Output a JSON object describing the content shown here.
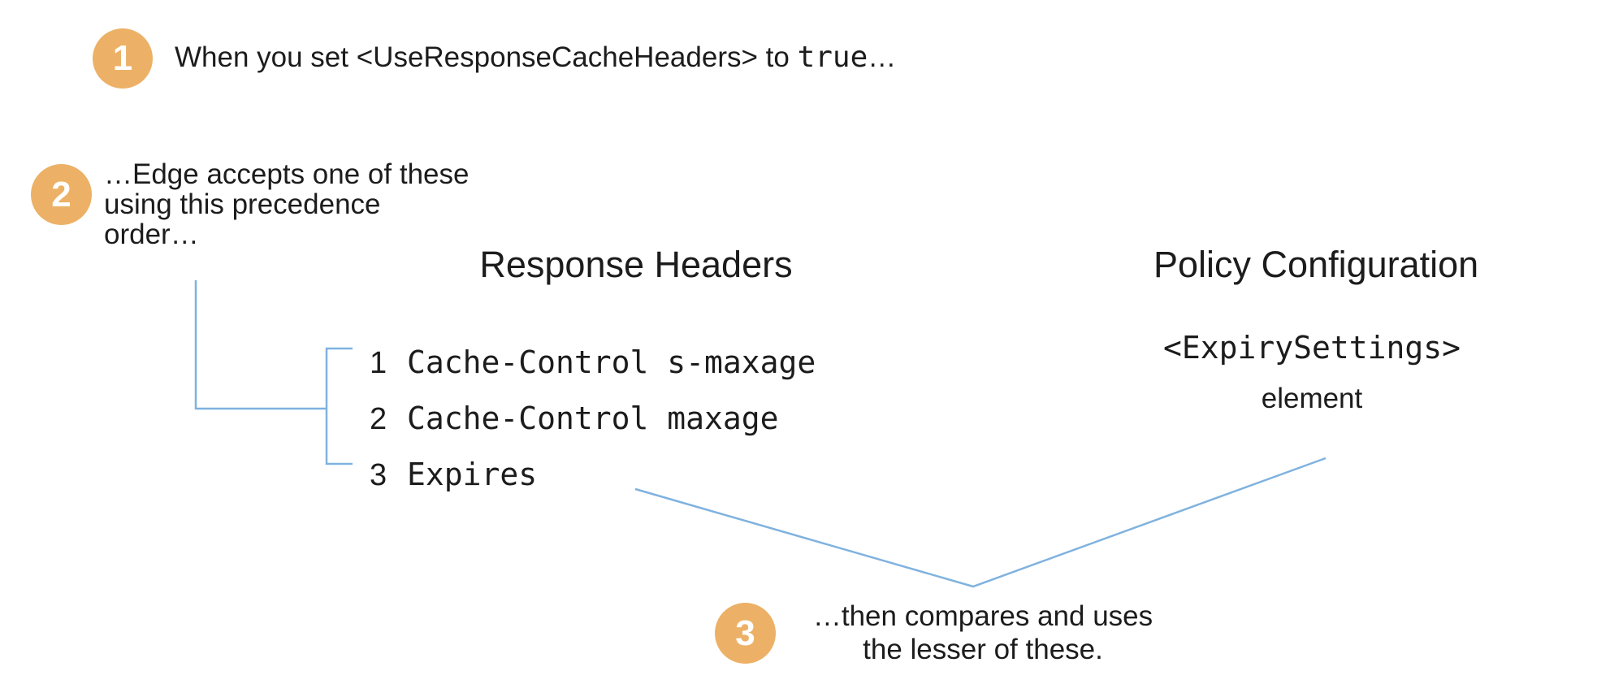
{
  "colors": {
    "accent_orange": "#ECB166",
    "connector_blue": "#7FB2DF",
    "text": "#1c1c1c"
  },
  "step1": {
    "number": "1",
    "prefix": "When you set <UseResponseCacheHeaders> to ",
    "code": "true",
    "suffix": "…"
  },
  "step2": {
    "number": "2",
    "line1": "…Edge accepts one of these",
    "line2": "using this precedence",
    "line3": "order…"
  },
  "step3": {
    "number": "3",
    "line1": "…then compares and uses",
    "line2": "the lesser of these."
  },
  "response_headers": {
    "title": "Response Headers",
    "items": [
      {
        "rank": "1",
        "name": "Cache-Control s-maxage"
      },
      {
        "rank": "2",
        "name": "Cache-Control maxage"
      },
      {
        "rank": "3",
        "name": "Expires"
      }
    ]
  },
  "policy_configuration": {
    "title": "Policy Configuration",
    "code": "<ExpirySettings>",
    "label": "element"
  }
}
